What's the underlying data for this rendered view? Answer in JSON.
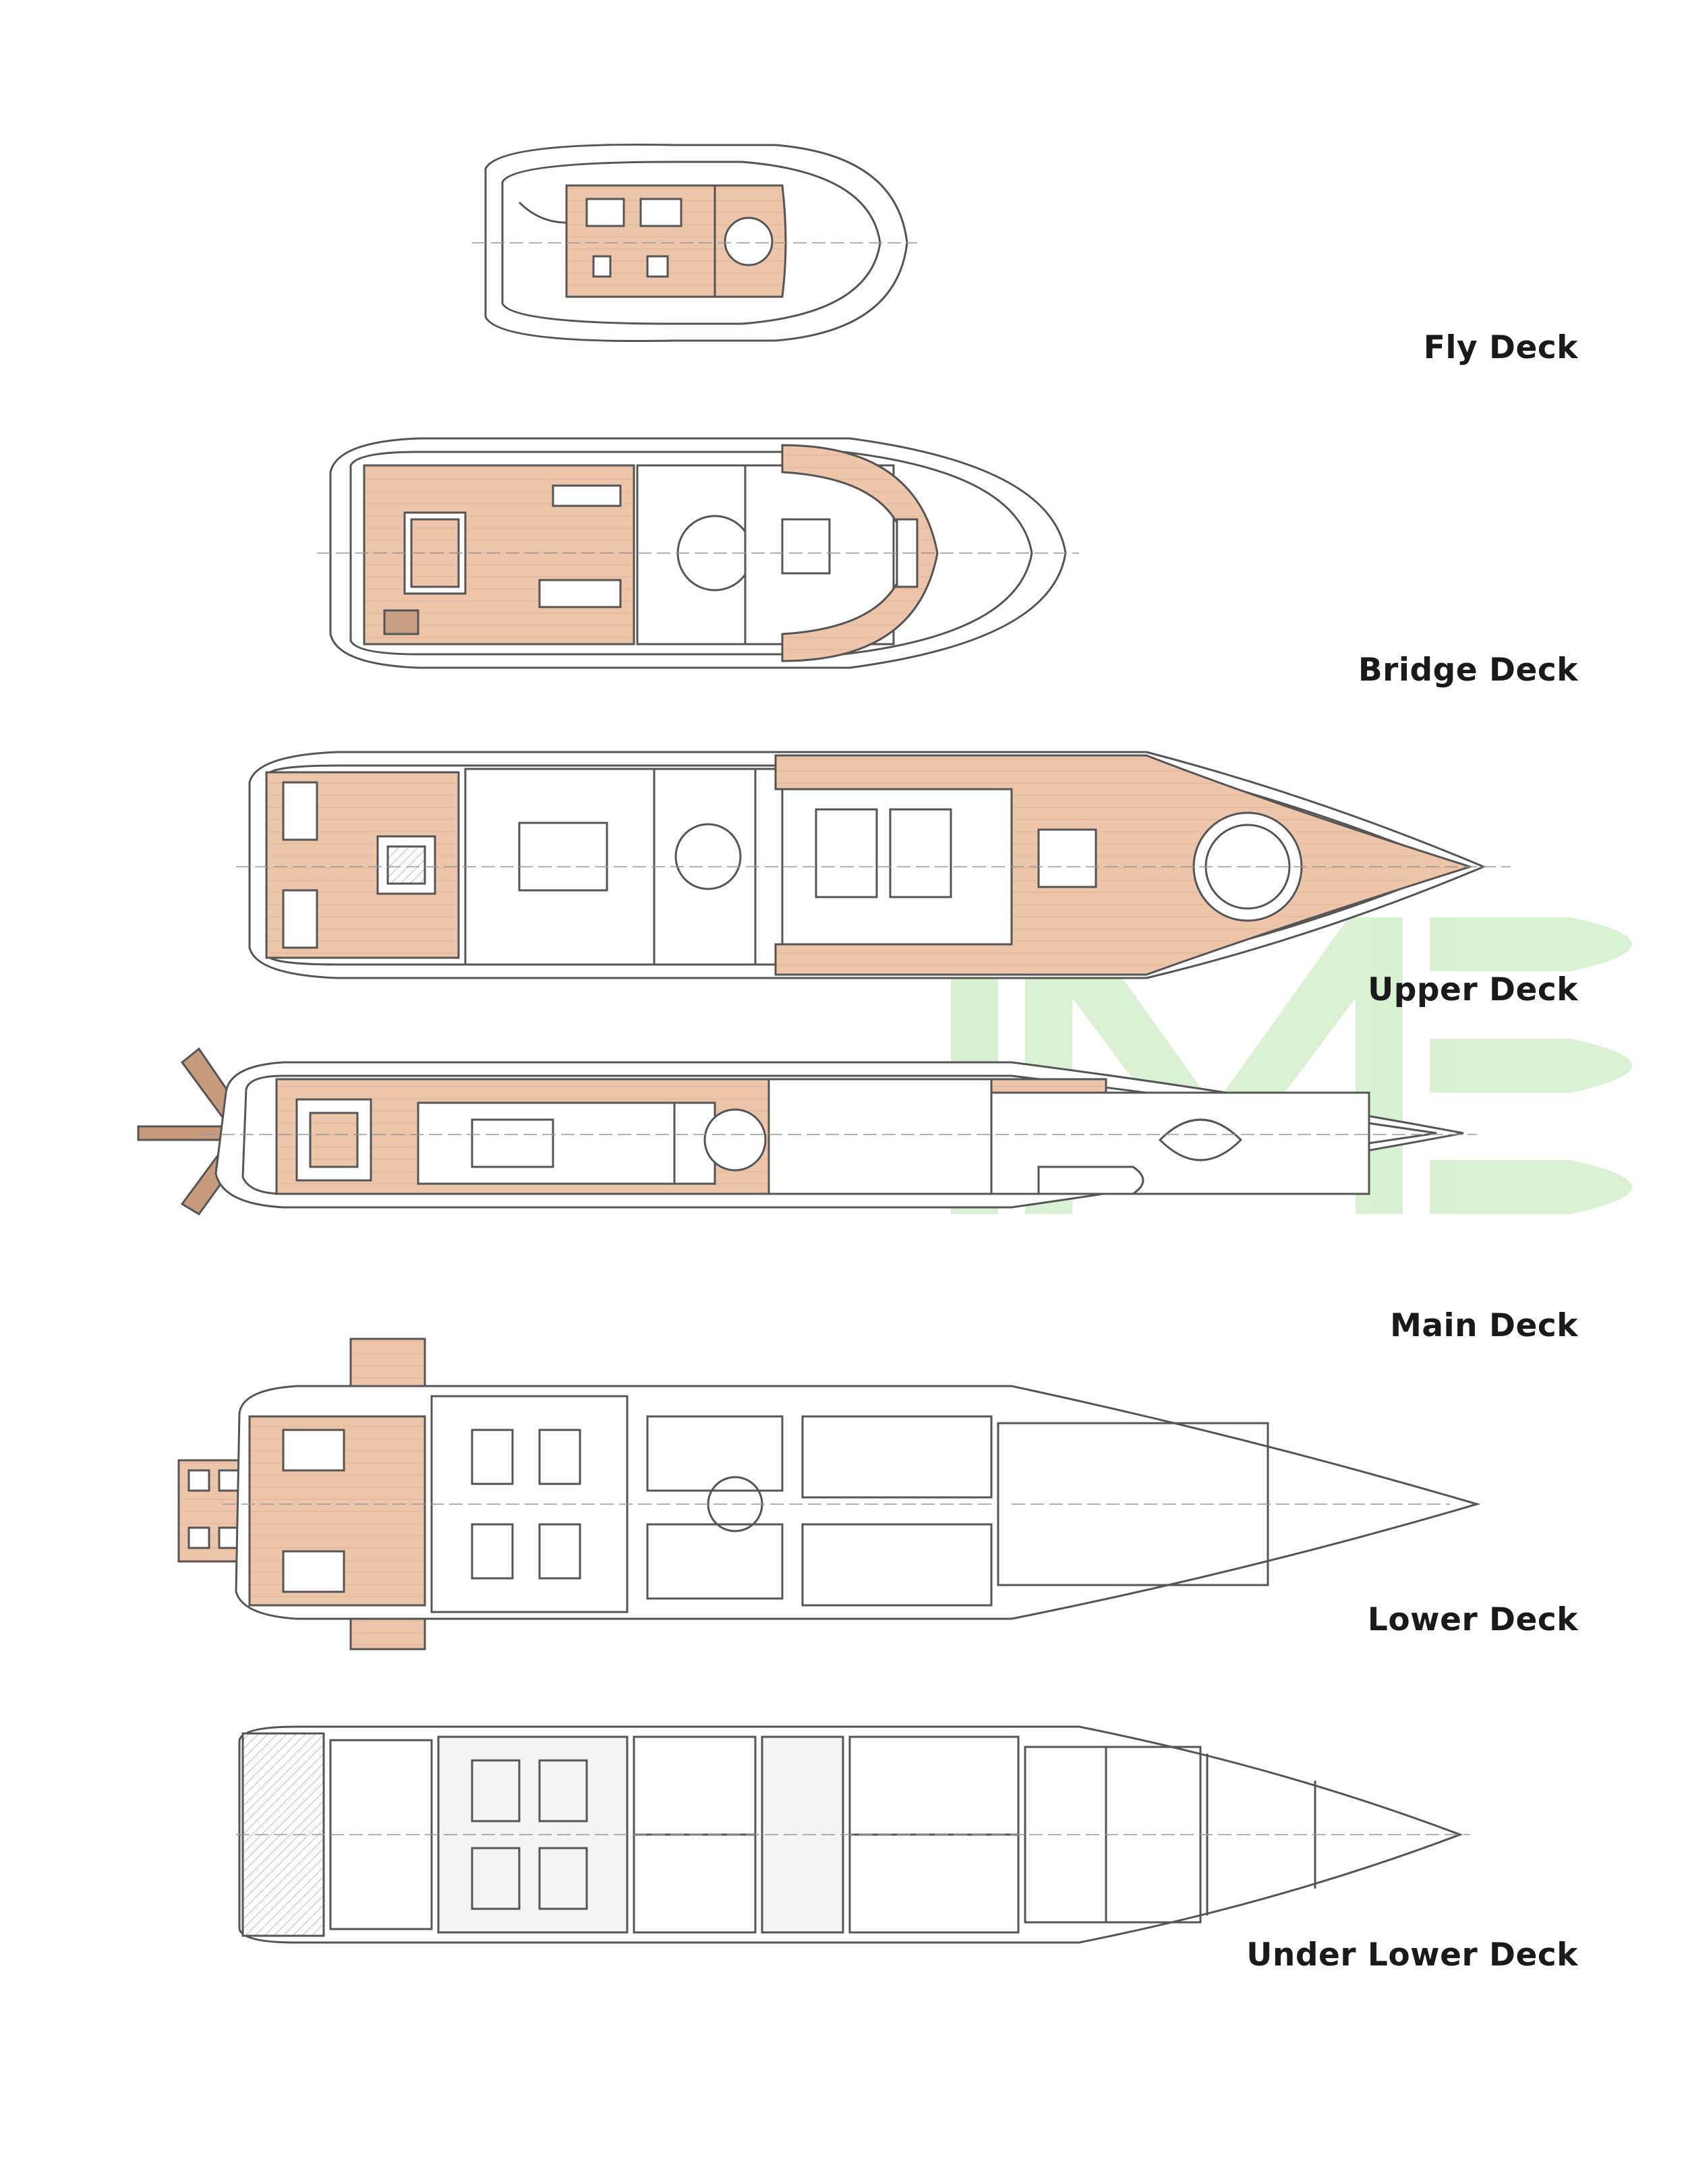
{
  "decks": [
    {
      "id": "fly",
      "name": "Fly Deck"
    },
    {
      "id": "bridge",
      "name": "Bridge Deck"
    },
    {
      "id": "upper",
      "name": "Upper Deck"
    },
    {
      "id": "main",
      "name": "Main Deck"
    },
    {
      "id": "lower",
      "name": "Lower Deck"
    },
    {
      "id": "under",
      "name": "Under Lower Deck"
    }
  ],
  "colors": {
    "teak": "#edc5aa",
    "teak_dark": "#d9a887",
    "line": "#555555",
    "watermark": "#d3efcc"
  },
  "watermark_icon": "brand-watermark-logo"
}
